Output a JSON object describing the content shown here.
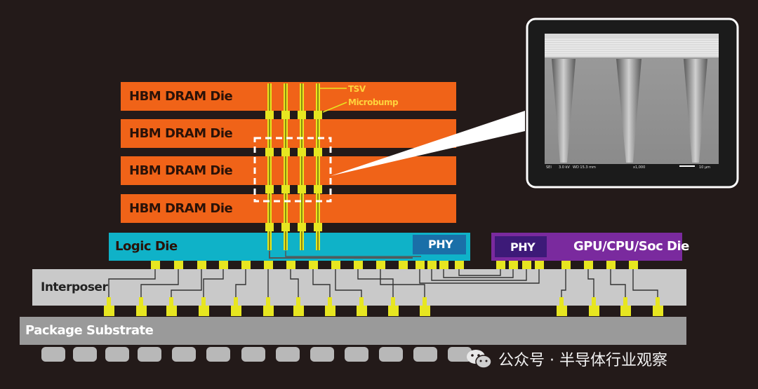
{
  "labels": {
    "dram_die": "HBM DRAM Die",
    "logic_die": "Logic Die",
    "phy": "PHY",
    "soc_die": "GPU/CPU/Soc Die",
    "interposer": "Interposer",
    "package_substrate": "Package Substrate",
    "tsv": "TSV",
    "microbump": "Microbump"
  },
  "inset": {
    "readout": [
      "SEI",
      "3.0 kV",
      "WD 15.3 mm",
      "x1,000",
      "10 µm"
    ]
  },
  "watermark": {
    "text": "公众号 · 半导体行业观察"
  },
  "colors": {
    "background": "#231a19",
    "dram_orange": "#f06318",
    "logic_cyan": "#0fb2c8",
    "phy_blue": "#1a6fa8",
    "soc_purple": "#7a2a9e",
    "phy_dark_purple": "#3d1a78",
    "interposer_grey": "#c9c9c9",
    "substrate_grey": "#9a9a9a",
    "bump_yellow": "#e7e620",
    "ball_grey": "#b8b8b8",
    "highlight_dash": "#ffffff"
  }
}
